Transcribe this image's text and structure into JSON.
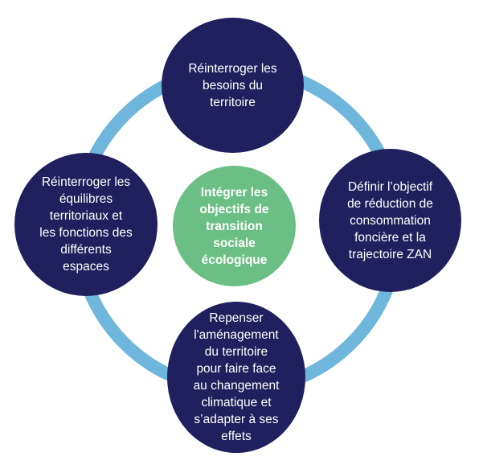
{
  "diagram": {
    "center": {
      "label": "Intégrer les\nobjectifs de\ntransition\nsociale\nécologique"
    },
    "nodes": [
      {
        "id": "top",
        "label": "Réinterroger les\nbesoins du\nterritoire"
      },
      {
        "id": "right",
        "label": "Définir l’objectif\nde réduction de\nconsommation\nfoncière et la\ntrajectoire ZAN"
      },
      {
        "id": "bottom",
        "label": "Repenser\nl'aménagement\ndu territoire\npour faire face\nau changement\nclimatique et\ns’adapter à ses\neffets"
      },
      {
        "id": "left",
        "label": "Réinterroger les\néquilibres\nterritoriaux et\nles fonctions des\ndifférents\nespaces"
      }
    ],
    "colors": {
      "ring": "#6fb6dc",
      "outer_node": "#20205e",
      "center_node": "#6bbf85",
      "text": "#ffffff"
    }
  }
}
